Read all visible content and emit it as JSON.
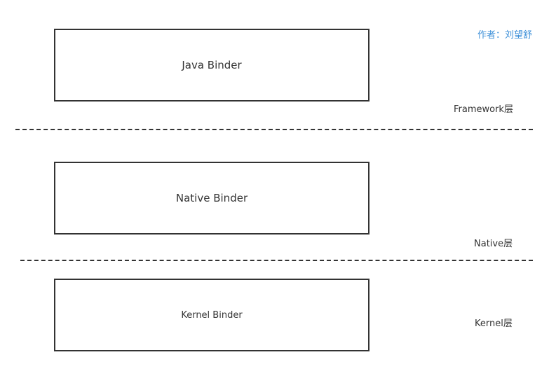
{
  "author": "作者：刘望舒",
  "colors": {
    "author_text": "#3c8fd8",
    "stroke": "#333333",
    "text": "#333333"
  },
  "boxes": {
    "java": "Java Binder",
    "native": "Native Binder",
    "kernel": "Kernel Binder"
  },
  "layers": {
    "framework": "Framework层",
    "native": "Native层",
    "kernel": "Kernel层"
  }
}
